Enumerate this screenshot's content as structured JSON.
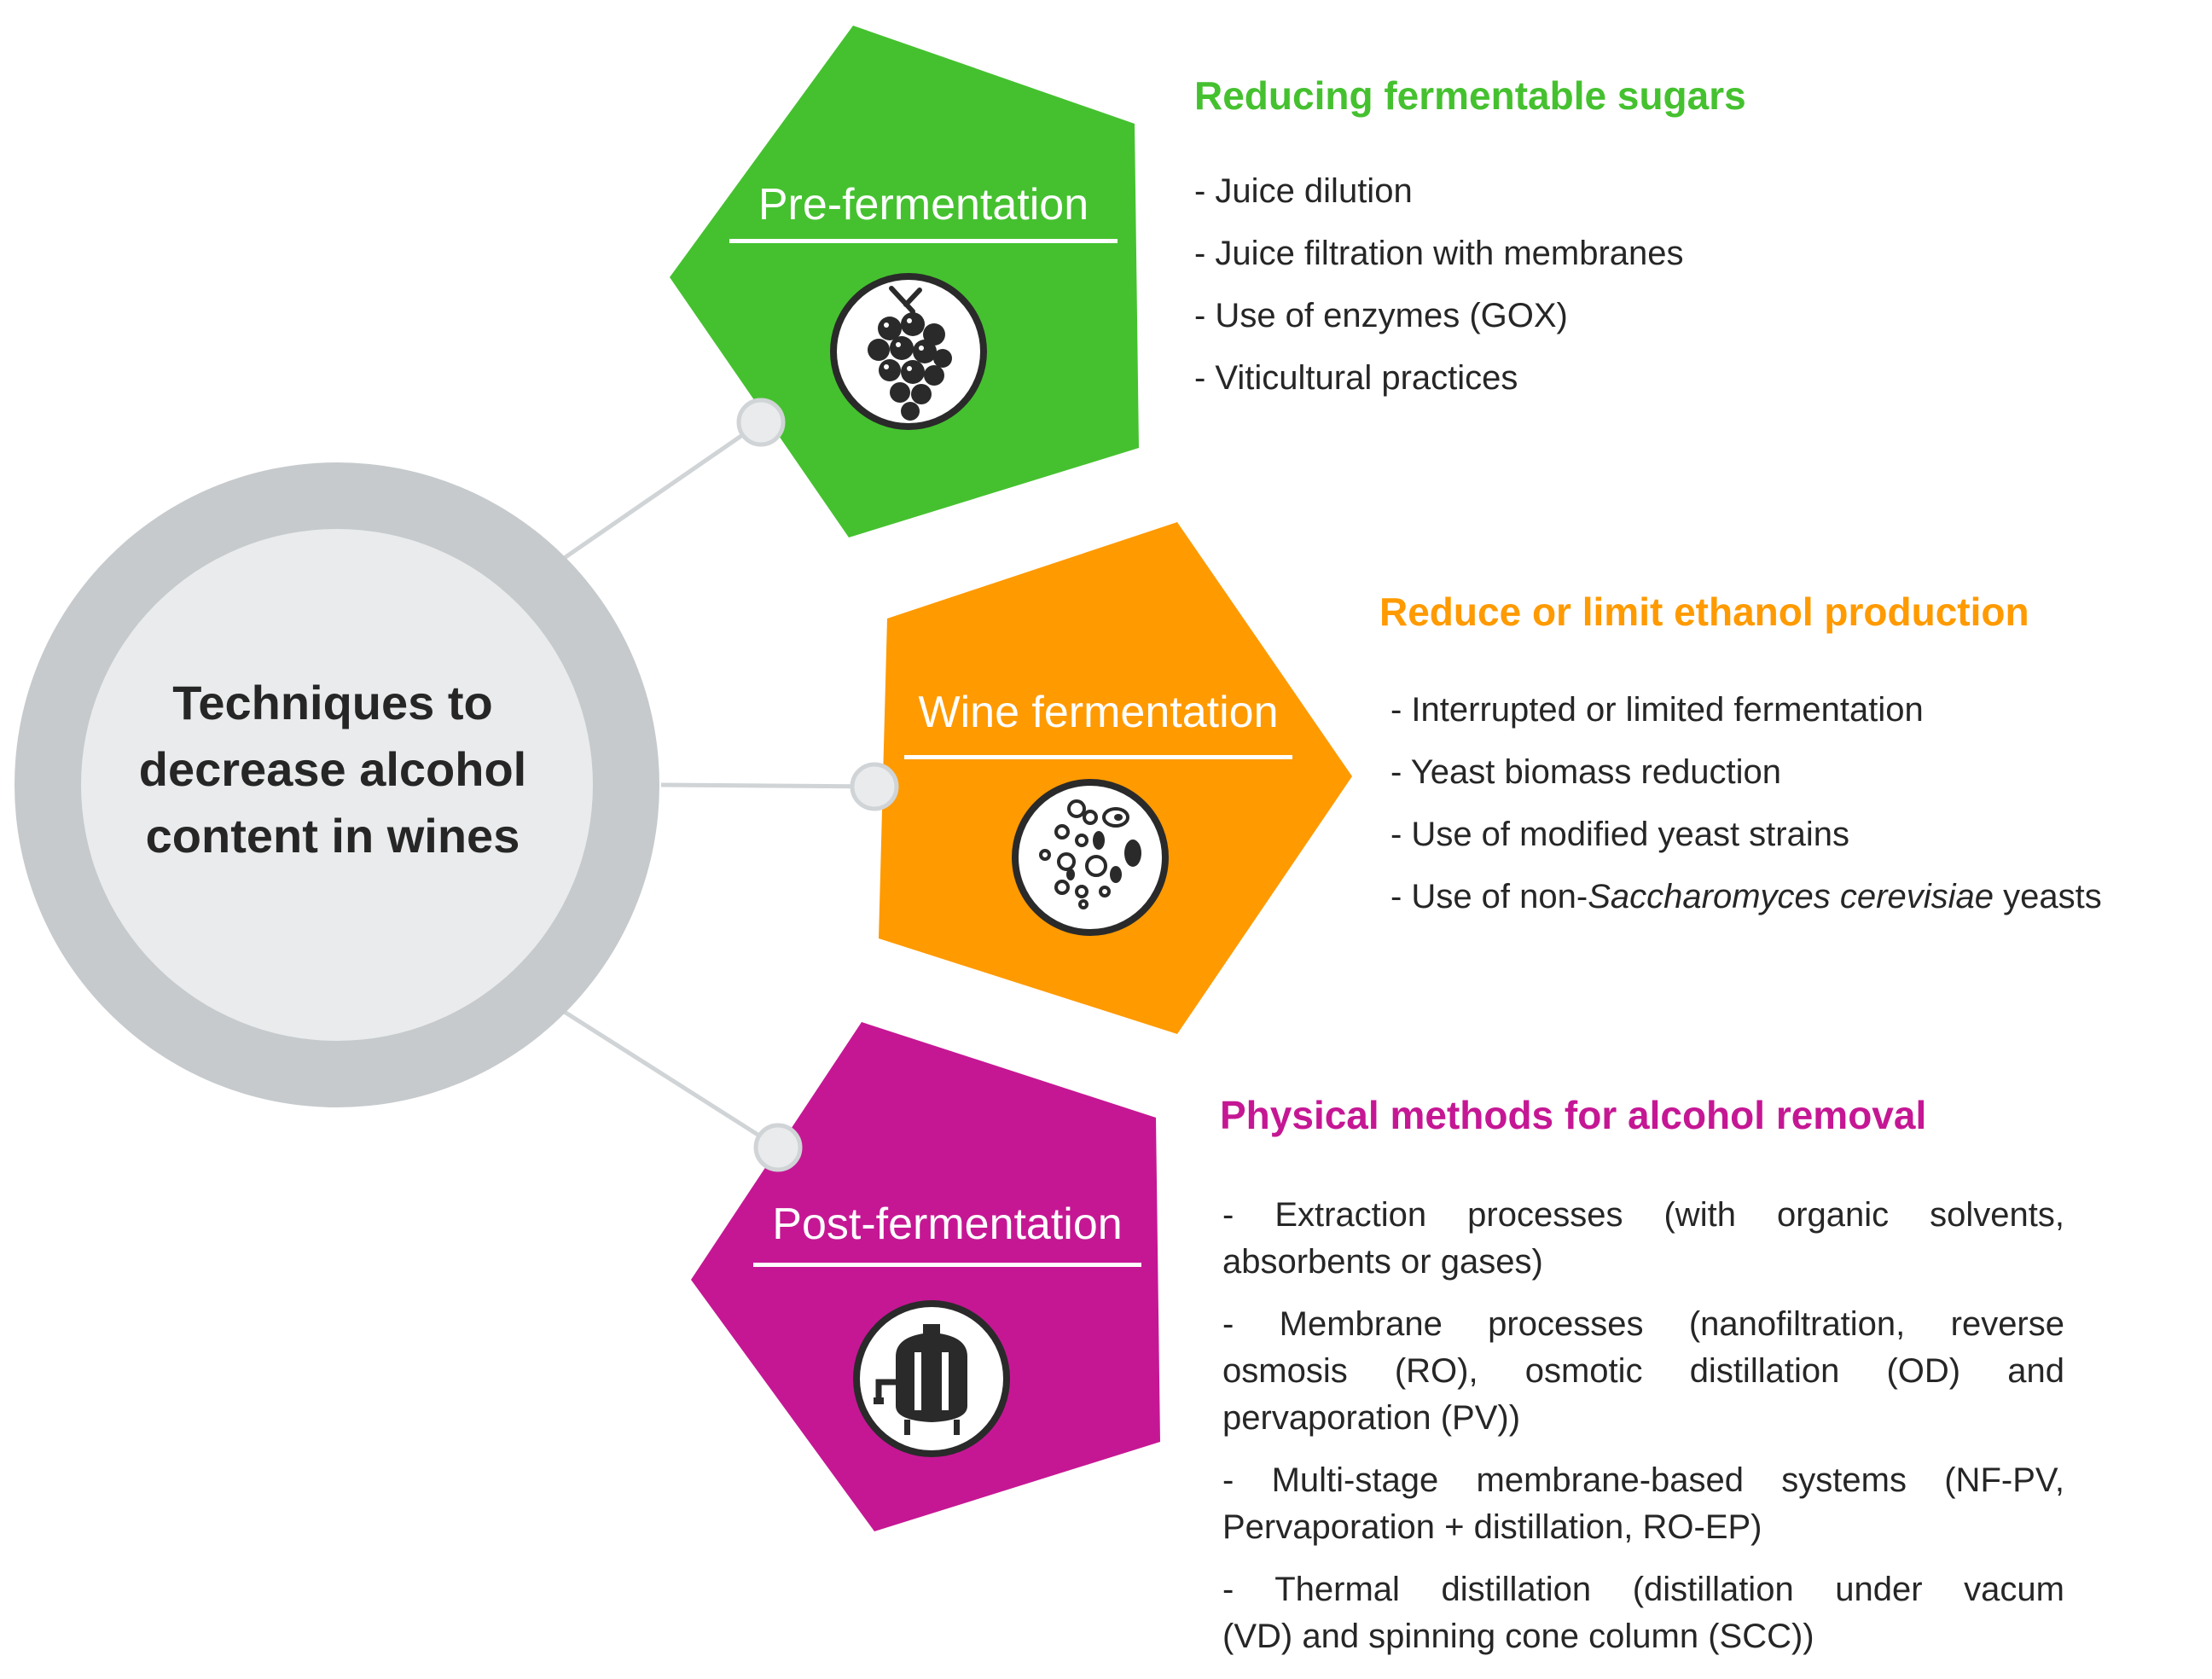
{
  "center": {
    "title_lines": [
      "Techniques to",
      "decrease alcohol",
      "content in wines"
    ]
  },
  "stages": [
    {
      "label": "Pre-fermentation",
      "color": "#45c12f",
      "icon": "grapes-icon",
      "heading": "Reducing fermentable sugars",
      "items": [
        "- Juice dilution",
        "- Juice filtration with membranes",
        "- Use of enzymes (GOX)",
        "- Viticultural practices"
      ]
    },
    {
      "label": "Wine fermentation",
      "color": "#ff9a00",
      "icon": "yeast-cells-icon",
      "heading": "Reduce or limit ethanol production",
      "items": [
        "- Interrupted or limited fermentation",
        "- Yeast biomass reduction",
        "- Use of modified yeast strains"
      ],
      "last_item": {
        "prefix": "- Use of non-",
        "italic": "Saccharomyces cerevisiae",
        "suffix": " yeasts"
      }
    },
    {
      "label": "Post-fermentation",
      "color": "#c51794",
      "icon": "fermentation-tank-icon",
      "heading": "Physical methods for alcohol removal",
      "items": [
        [
          "- Extraction processes (with organic solvents,",
          "absorbents or gases)"
        ],
        [
          "- Membrane processes (nanofiltration, reverse",
          "osmosis (RO), osmotic distillation (OD) and",
          "pervaporation (PV))"
        ],
        [
          "- Multi-stage membrane-based systems (NF-PV,",
          "Pervaporation + distillation, RO-EP)"
        ],
        [
          "- Thermal distillation (distillation under vacum",
          "(VD) and spinning cone column (SCC))"
        ]
      ]
    }
  ]
}
